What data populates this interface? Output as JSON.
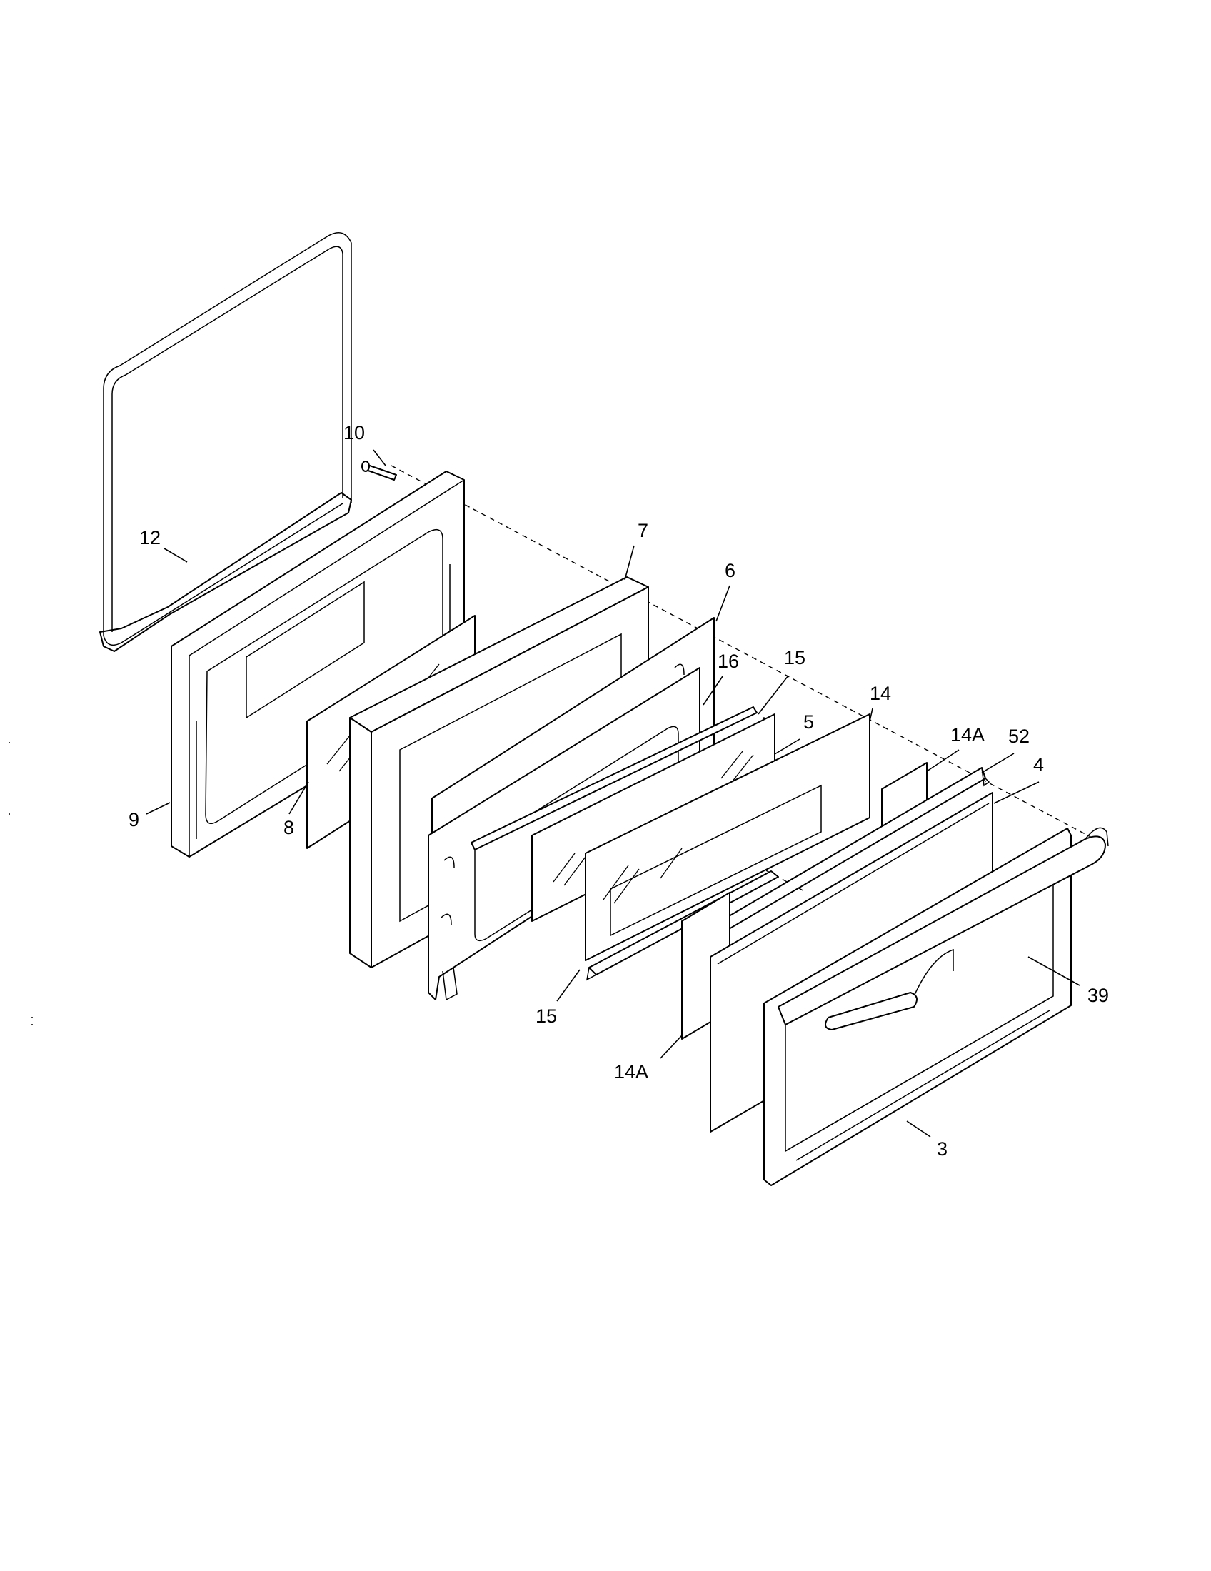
{
  "diagram": {
    "callouts": [
      {
        "id": "c10",
        "text": "10"
      },
      {
        "id": "c12",
        "text": "12"
      },
      {
        "id": "c9",
        "text": "9"
      },
      {
        "id": "c8",
        "text": "8"
      },
      {
        "id": "c7",
        "text": "7"
      },
      {
        "id": "c6",
        "text": "6"
      },
      {
        "id": "c16",
        "text": "16"
      },
      {
        "id": "c15a",
        "text": "15"
      },
      {
        "id": "c5",
        "text": "5"
      },
      {
        "id": "c14",
        "text": "14"
      },
      {
        "id": "c14Aa",
        "text": "14A"
      },
      {
        "id": "c52",
        "text": "52"
      },
      {
        "id": "c4",
        "text": "4"
      },
      {
        "id": "c39",
        "text": "39"
      },
      {
        "id": "c15b",
        "text": "15"
      },
      {
        "id": "c14Ab",
        "text": "14A"
      },
      {
        "id": "c3",
        "text": "3"
      }
    ]
  }
}
